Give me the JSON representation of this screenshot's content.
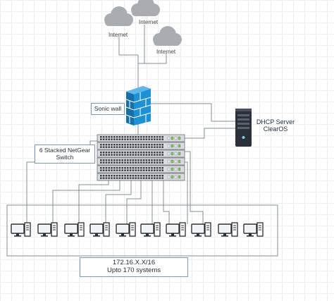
{
  "clouds": [
    {
      "label": "Internet"
    },
    {
      "label": "Internet"
    },
    {
      "label": "Internet"
    }
  ],
  "firewall": {
    "label": "Sonic wall",
    "color": "#1e90d6"
  },
  "dhcp": {
    "label_line1": "DHCP Server",
    "label_line2": "ClearOS"
  },
  "switch": {
    "label_line1": "6 Stacked NetGear",
    "label_line2": "Switch",
    "units": 6
  },
  "network": {
    "subnet": "172.16.X.X/16",
    "capacity": "Upto 170 systems",
    "workstation_count": 10
  },
  "colors": {
    "line": "#8a8f96",
    "cloud": "#a9adb2",
    "box_border": "#7f9ab5",
    "computer": "#2a2d33"
  }
}
